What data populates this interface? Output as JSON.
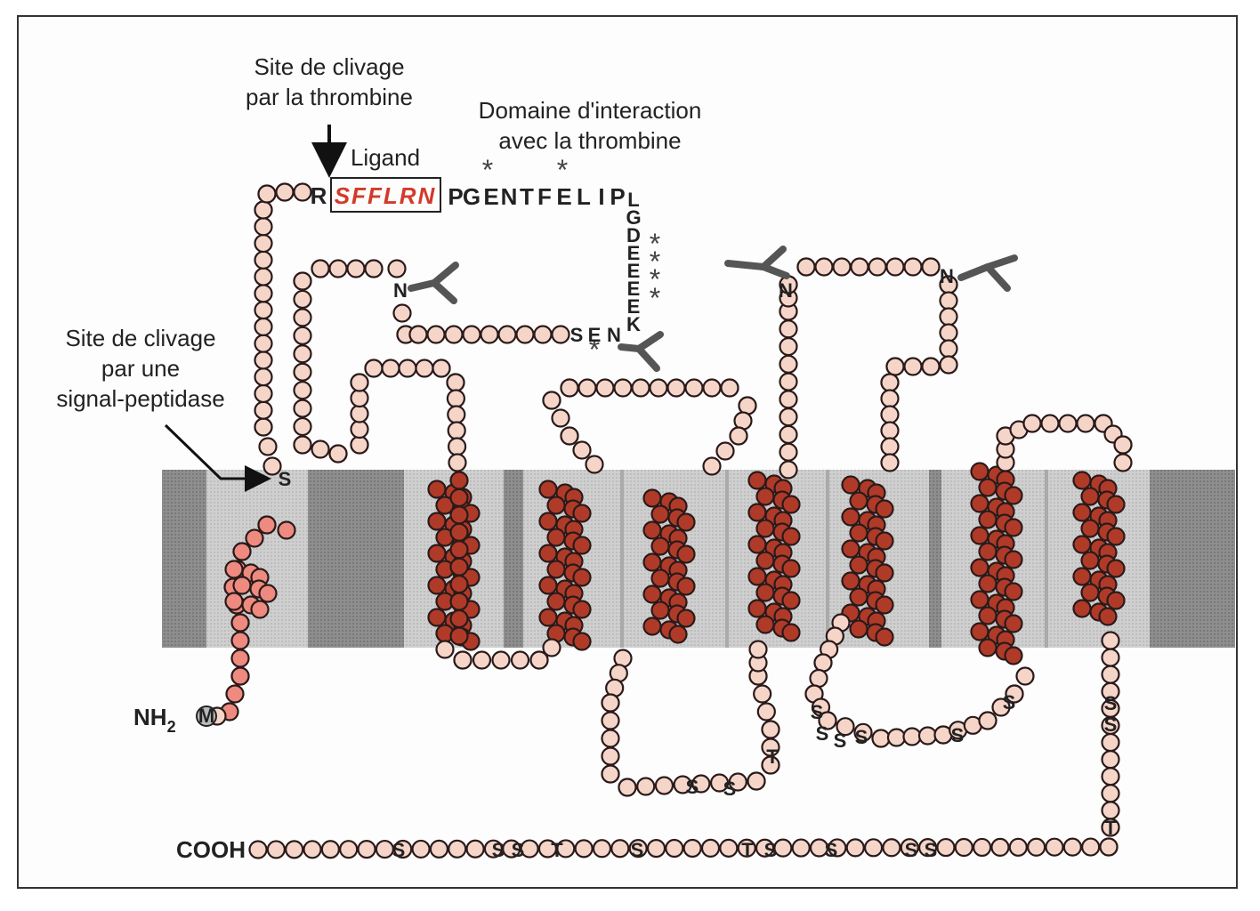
{
  "labels": {
    "thrombin_cleavage": [
      "Site de clivage",
      "par la thrombine"
    ],
    "ligand": "Ligand",
    "ligand_sequence": "SFFLRN",
    "interaction_domain": [
      "Domaine d'interaction",
      "avec la thrombine"
    ],
    "signal_cleavage": [
      "Site de clivage",
      "par une",
      "signal-peptidase"
    ],
    "nh2": "NH",
    "nh2_sub": "2",
    "met": "M",
    "cooh": "COOH"
  },
  "sequence_labels": {
    "r": "R",
    "n_term_seq": [
      "P",
      "G",
      "E",
      "N",
      "T",
      "F",
      "E",
      "L",
      "I",
      "P"
    ],
    "vertical_seq": [
      "L",
      "G",
      "D",
      "E",
      "E",
      "E",
      "E",
      "K"
    ],
    "sen": [
      "S",
      "E",
      "N"
    ],
    "signal_s": "S",
    "ecl1_n": "N",
    "ecl2_n1": "N",
    "ecl2_n2": "N",
    "icl2_ser": [
      "S",
      "S",
      "T"
    ],
    "icl3_ser": [
      "S",
      "S",
      "S",
      "S",
      "S"
    ],
    "ct_vertical": [
      "S",
      "S",
      "T"
    ],
    "ct_row": [
      "S",
      "S",
      "S",
      "T",
      "S",
      "T",
      "S",
      "S",
      "S",
      "S",
      "S"
    ]
  },
  "colors": {
    "membrane_dark": "#8a8a8a",
    "membrane_light": "#c9c9c9",
    "residue_light": "#f6d5c9",
    "residue_pink": "#ee8a7f",
    "residue_dark": "#b03a28",
    "ligand_red": "#d23a2a",
    "glyco": "#555555"
  }
}
